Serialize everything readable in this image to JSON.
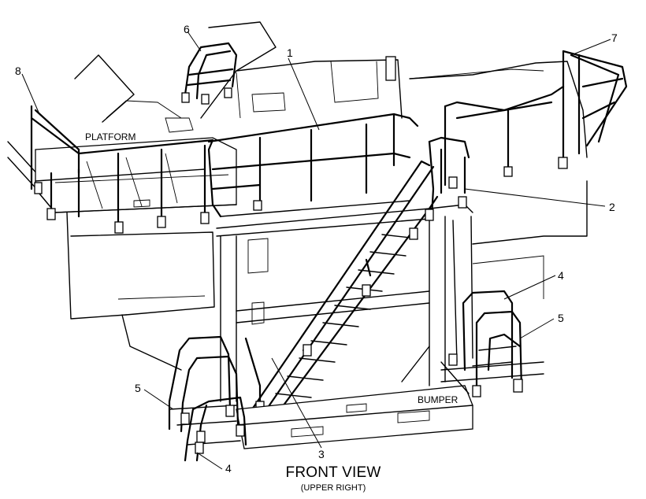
{
  "labels": {
    "platform": "PLATFORM",
    "bumper": "BUMPER"
  },
  "callouts": [
    "1",
    "2",
    "3",
    "4",
    "4",
    "5",
    "5",
    "6",
    "7",
    "8"
  ],
  "caption": {
    "title": "FRONT VIEW",
    "subtitle": "(UPPER RIGHT)"
  }
}
